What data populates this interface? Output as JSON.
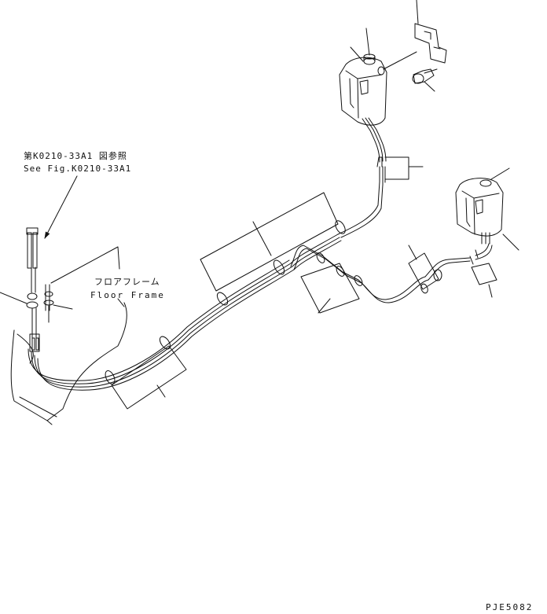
{
  "labels": {
    "reference_jp": "第K0210-33A1 図参照",
    "reference_en": "See Fig.K0210-33A1",
    "floor_frame_jp": "フロアフレーム",
    "floor_frame_en": "Floor Frame",
    "drawing_code": "PJE5082"
  },
  "colors": {
    "line": "#111111",
    "background": "#ffffff"
  }
}
